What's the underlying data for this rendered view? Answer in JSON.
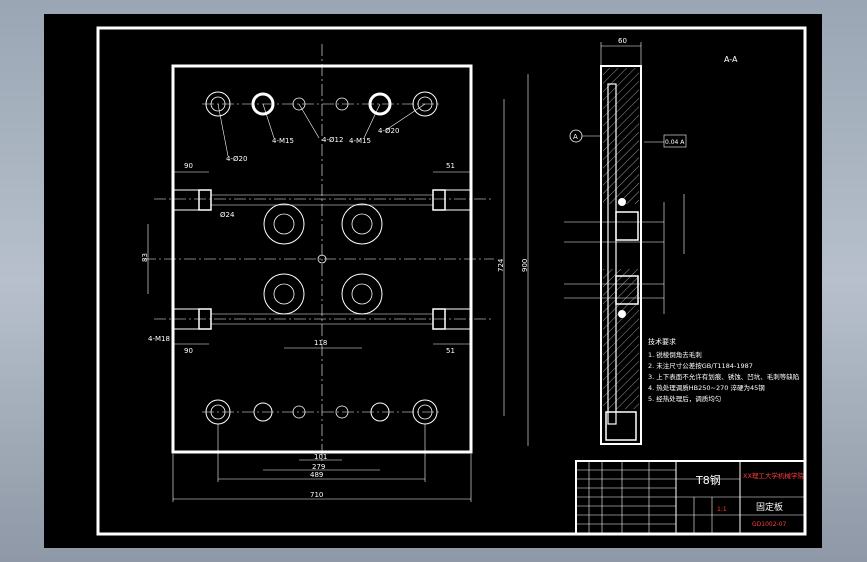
{
  "theme": {
    "background": "#000000",
    "line": "#ffffff",
    "accent": "#ff3b3b",
    "window": "#9aa6b4"
  },
  "plan": {
    "hole_labels": [
      "4-Ø20",
      "4-M15",
      "4-Ø12",
      "4-M15",
      "4-Ø20"
    ],
    "side_labels": [
      "Ø24",
      "4-M18"
    ]
  },
  "dimensions": {
    "top_left": "90",
    "top_right": "51",
    "bottom_left": "90",
    "bottom_right": "51",
    "center_gap": "118",
    "left_vertical": "83",
    "right_inner": "724",
    "right_outer": "900",
    "bottom_101": "101",
    "bottom_279": "279",
    "bottom_489": "489",
    "bottom_710": "710"
  },
  "section": {
    "width_label": "60",
    "view_label": "A-A",
    "datum_label": "A",
    "tolerance_label": "0.04 A"
  },
  "notes": {
    "title": "技术要求",
    "items": [
      "1. 锐棱倒角去毛刺",
      "2. 未注尺寸公差按GB/T1184-1987",
      "3. 上下表面不允许有划痕、锈蚀、凹坑、毛刺等缺陷",
      "4. 热处理调质HB250~270 淬硬为45钢",
      "5. 经热处理后，调质均匀"
    ]
  },
  "title_block": {
    "material": "T8钢",
    "school": "XX理工大学机械学院",
    "part_name": "固定板",
    "drawing_no": "GD1002-07",
    "scale": "1:1"
  }
}
